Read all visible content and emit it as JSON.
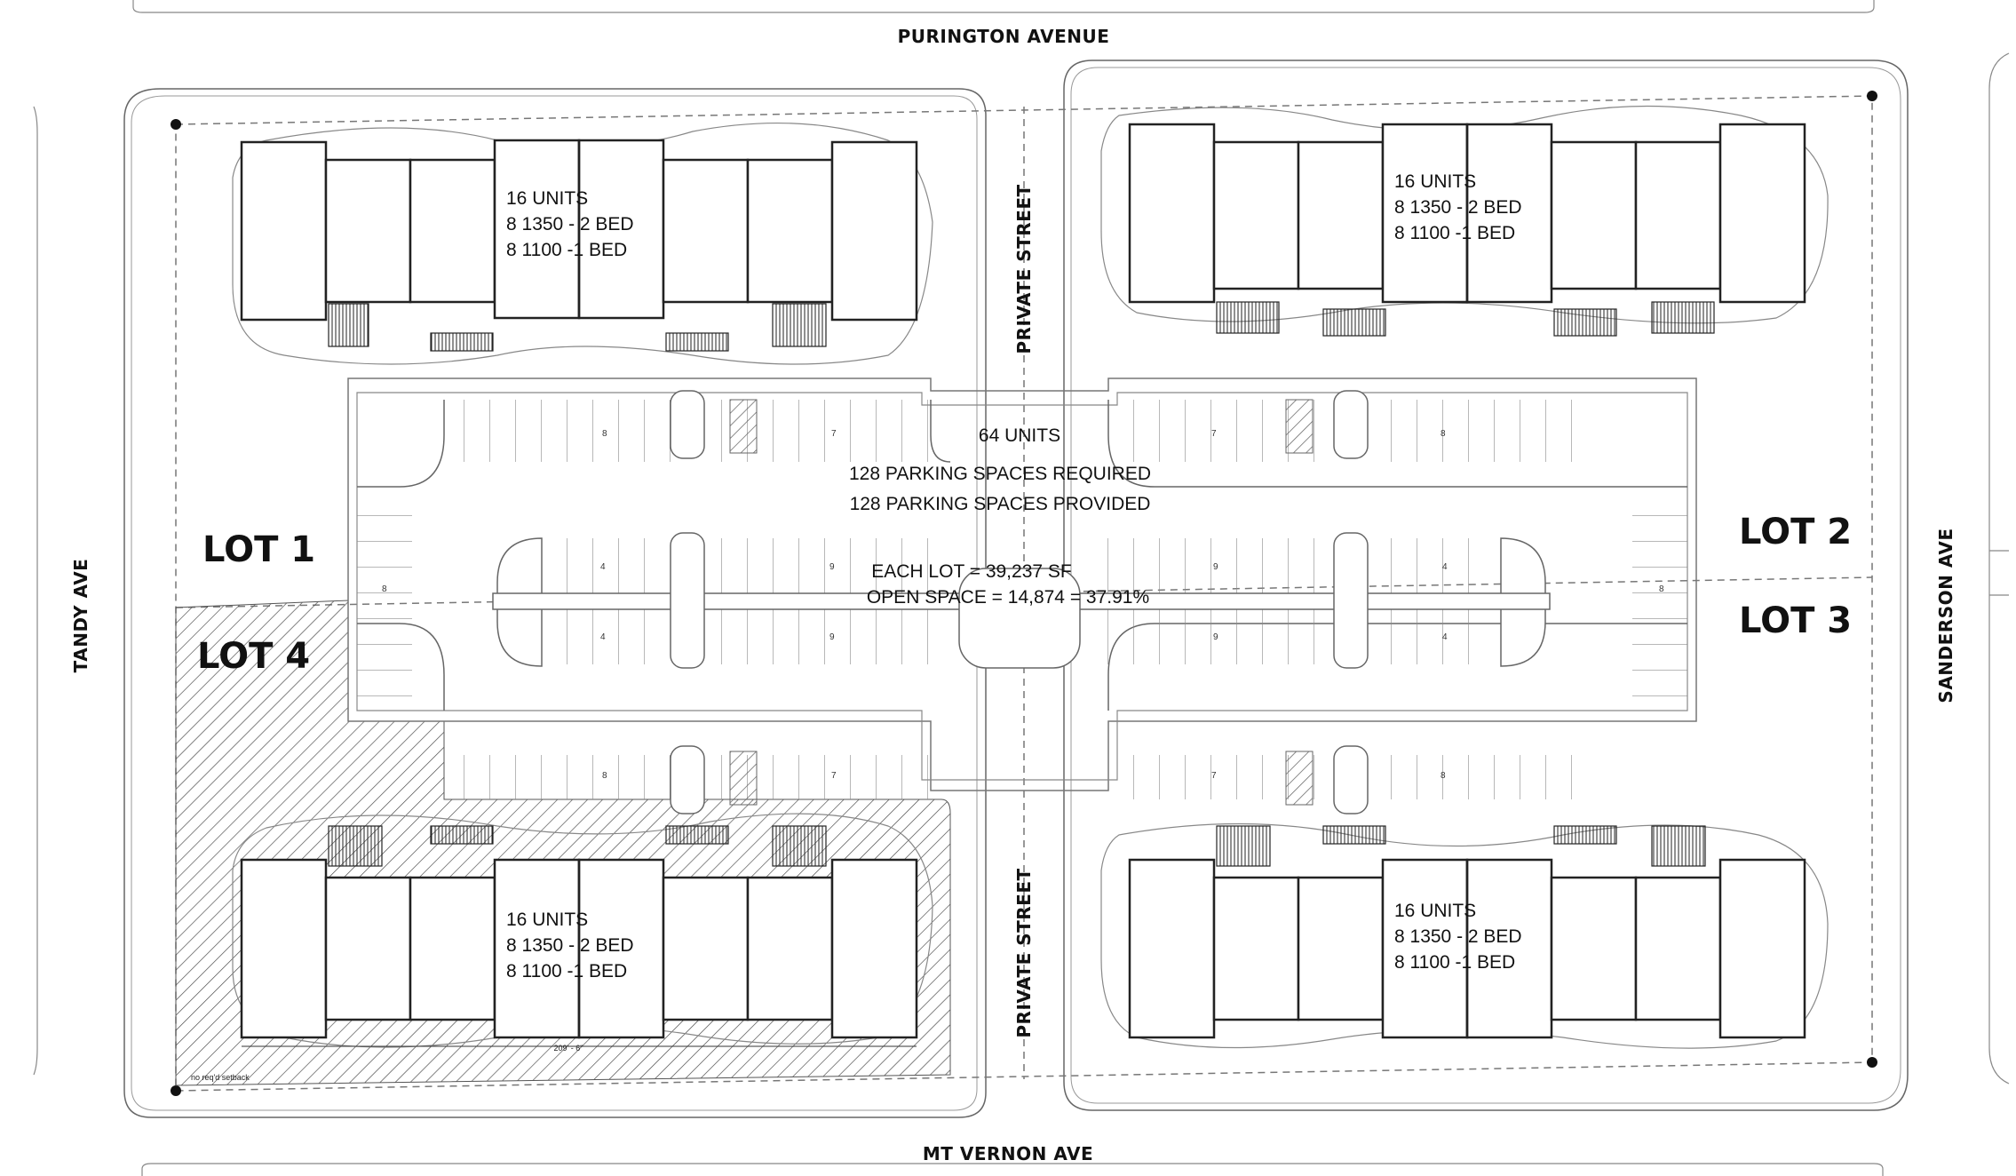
{
  "streets": {
    "north": "PURINGTON AVENUE",
    "south": "MT VERNON AVE",
    "west": "TANDY AVE",
    "east": "SANDERSON AVE",
    "private_north": "PRIVATE STREET",
    "private_south": "PRIVATE STREET"
  },
  "lots": {
    "lot1": "LOT 1",
    "lot2": "LOT 2",
    "lot3": "LOT 3",
    "lot4": "LOT 4"
  },
  "buildings": [
    {
      "units": "16 UNITS",
      "line2": "8 1350 - 2 BED",
      "line3": "8 1100 -1 BED"
    },
    {
      "units": "16 UNITS",
      "line2": "8 1350 - 2 BED",
      "line3": "8 1100 -1 BED"
    },
    {
      "units": "16 UNITS",
      "line2": "8 1350 - 2 BED",
      "line3": "8 1100 -1 BED"
    },
    {
      "units": "16 UNITS",
      "line2": "8 1350 - 2 BED",
      "line3": "8 1100 -1 BED"
    }
  ],
  "summary": {
    "units": "64 UNITS",
    "required": "128 PARKING SPACES REQUIRED",
    "provided": "128 PARKING SPACES PROVIDED",
    "lot_area": "EACH LOT = 39,237 SF",
    "open_space": "OPEN SPACE = 14,874 = 37.91%"
  },
  "stall_counts": {
    "n1": "8",
    "n2": "7",
    "n3": "7",
    "n4": "8",
    "w": "8",
    "e": "8",
    "c1": "4",
    "c2": "9",
    "c3": "9",
    "c4": "4",
    "c5": "4",
    "c6": "9",
    "c7": "9",
    "c8": "4",
    "s1": "8",
    "s2": "7",
    "s3": "7",
    "s4": "8"
  },
  "annotations": {
    "dimension": "209' - 6\"",
    "setback": "no req'd setback"
  }
}
